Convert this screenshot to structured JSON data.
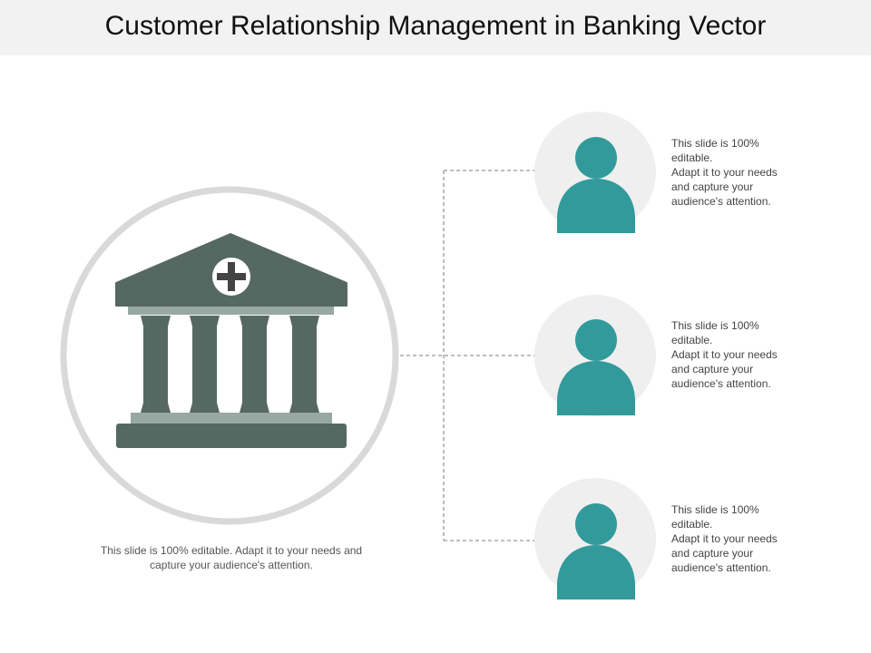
{
  "title": "Customer Relationship Management in Banking Vector",
  "bank": {
    "icon": "bank-building-icon",
    "badge_icon": "plus-icon",
    "caption": "This slide is 100% editable. Adapt it to your needs and capture your audience's attention."
  },
  "people": [
    {
      "icon": "user-icon",
      "line1": "This slide is 100% editable.",
      "line2": "Adapt it to your needs and capture your audience's attention."
    },
    {
      "icon": "user-icon",
      "line1": "This slide is 100% editable.",
      "line2": "Adapt it to your needs and capture your audience's attention."
    },
    {
      "icon": "user-icon",
      "line1": "This slide is 100% editable.",
      "line2": "Adapt it to your needs and capture your audience's attention."
    }
  ],
  "colors": {
    "title_bar": "#f2f2f2",
    "ring": "#d9d9d9",
    "bank_dark": "#566862",
    "bank_light": "#98a8a2",
    "person": "#329a9b",
    "person_bg": "#efefef",
    "connector": "#999999"
  }
}
